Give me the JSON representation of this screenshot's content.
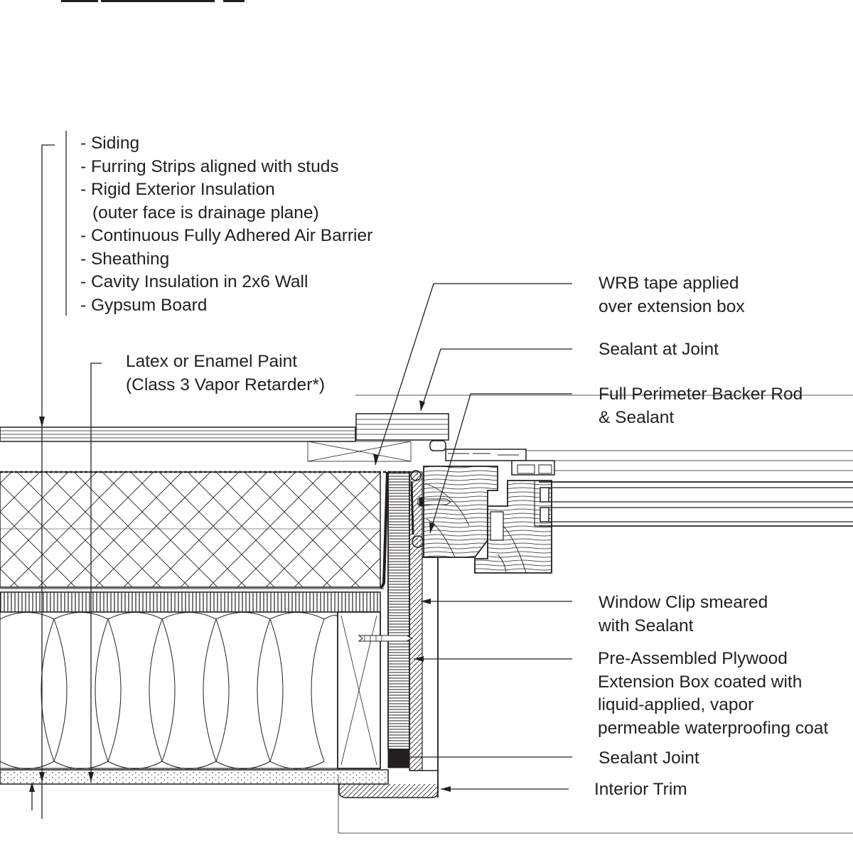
{
  "wall_assembly": {
    "items": [
      "- Siding",
      "- Furring Strips aligned with studs",
      "- Rigid Exterior Insulation",
      "(outer face is drainage plane)",
      "- Continuous Fully Adhered Air Barrier",
      "- Sheathing",
      "- Cavity Insulation in 2x6 Wall",
      "- Gypsum Board"
    ]
  },
  "paint_note": {
    "line1": "Latex or Enamel Paint",
    "line2": "(Class 3 Vapor Retarder*)"
  },
  "callouts": {
    "wrb_tape": {
      "line1": "WRB tape applied",
      "line2": "over extension box"
    },
    "sealant_at_joint": {
      "line1": "Sealant at Joint"
    },
    "backer_rod": {
      "line1": "Full Perimeter Backer Rod",
      "line2": "& Sealant"
    },
    "window_clip": {
      "line1": "Window Clip smeared",
      "line2": "with Sealant"
    },
    "extension_box": {
      "line1": "Pre-Assembled Plywood",
      "line2": "Extension Box coated with",
      "line3": "liquid-applied, vapor",
      "line4": "permeable waterproofing coat"
    },
    "sealant_joint": {
      "line1": "Sealant Joint"
    },
    "interior_trim": {
      "line1": "Interior Trim"
    }
  },
  "colors": {
    "line": "#231f20",
    "background": "#ffffff"
  }
}
